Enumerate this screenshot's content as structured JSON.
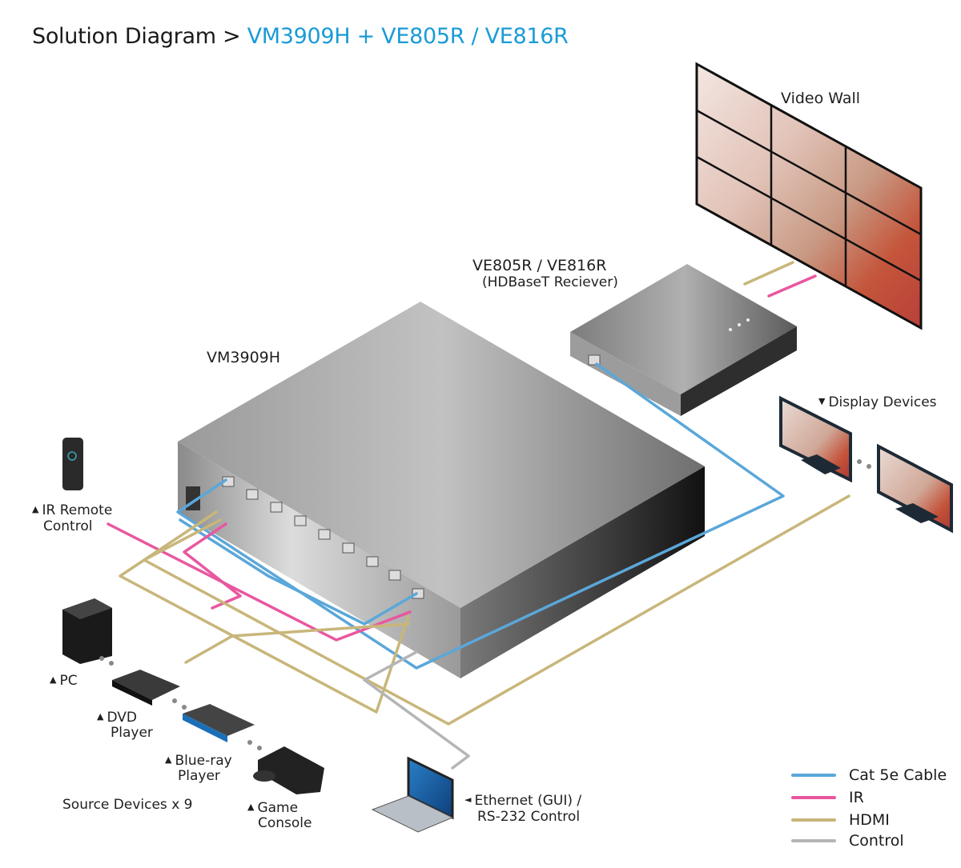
{
  "header": {
    "prefix": "Solution Diagram >",
    "product": "VM3909H + VE805R / VE816R"
  },
  "devices": {
    "video_wall": {
      "label": "Video Wall"
    },
    "receiver": {
      "label": "VE805R / VE816R",
      "sublabel": "(HDBaseT Reciever)"
    },
    "matrix": {
      "label": "VM3909H"
    },
    "display_devices": {
      "label": "Display Devices",
      "marker": "▼"
    },
    "ir_remote": {
      "label_line1": "IR Remote",
      "label_line2": "Control",
      "marker": "▲"
    },
    "pc": {
      "label": "PC",
      "marker": "▲"
    },
    "dvd": {
      "label_line1": "DVD",
      "label_line2": "Player",
      "marker": "▲"
    },
    "bluray": {
      "label_line1": "Blue-ray",
      "label_line2": "Player",
      "marker": "▲"
    },
    "game": {
      "label_line1": "Game",
      "label_line2": "Console",
      "marker": "▲"
    },
    "sources_caption": "Source Devices x 9",
    "laptop": {
      "label_line1": "Ethernet (GUI) /",
      "label_line2": "RS-232 Control",
      "marker": "◄"
    }
  },
  "legend": [
    {
      "label": "Cat 5e Cable",
      "color": "#5ba7d9"
    },
    {
      "label": "IR",
      "color": "#e9579f"
    },
    {
      "label": "HDMI",
      "color": "#c8b67a"
    },
    {
      "label": "Control",
      "color": "#b5b5b5"
    }
  ],
  "colors": {
    "accent": "#1a9bd7",
    "cat5e": "#5ba7d9",
    "ir": "#e9579f",
    "hdmi": "#c8b67a",
    "control": "#b5b5b5"
  }
}
